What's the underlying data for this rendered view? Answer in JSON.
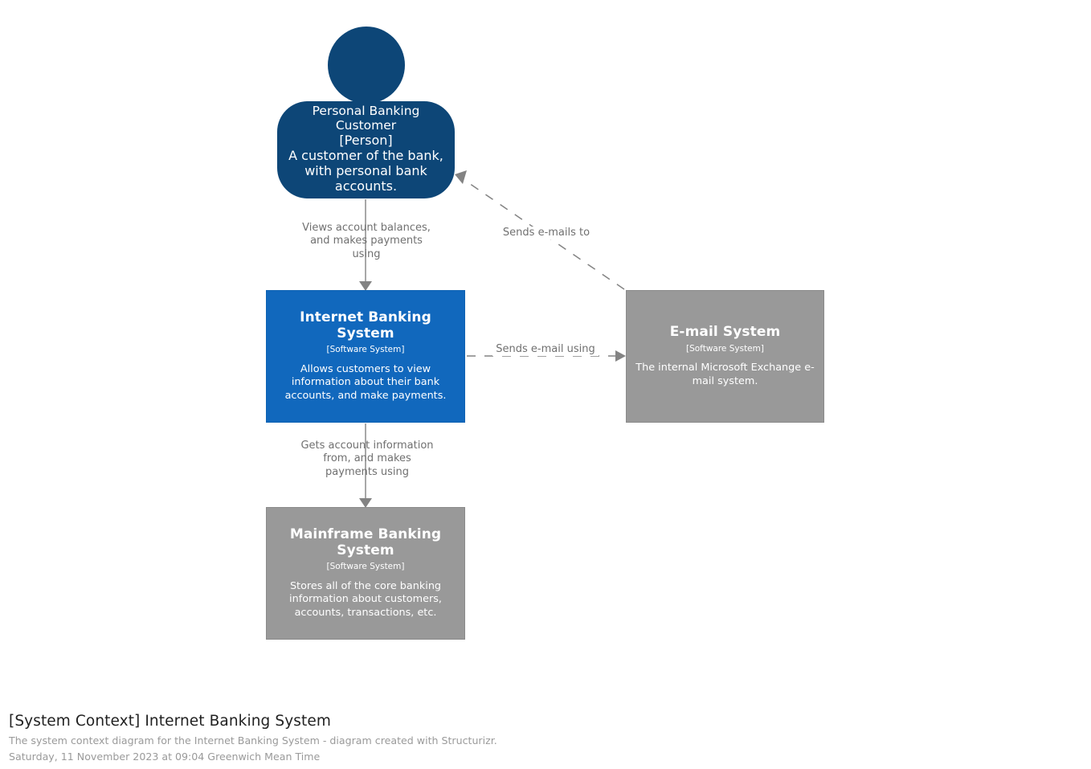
{
  "diagram": {
    "kind": "c4-system-context",
    "background": "#ffffff",
    "colors": {
      "person": "#0d4677",
      "focus_system": "#1168bd",
      "external_system": "#999999",
      "external_system_border": "#8a8a8a",
      "edge": "#838383",
      "edge_label_text": "#707070",
      "node_text": "#ffffff"
    },
    "nodes": [
      {
        "id": "personal-banking-customer",
        "shape": "person",
        "name": "Personal Banking Customer",
        "type": "[Person]",
        "description": "A customer of the bank, with personal bank accounts.",
        "color": "#0d4677"
      },
      {
        "id": "internet-banking-system",
        "shape": "box",
        "name": "Internet Banking System",
        "type": "[Software System]",
        "description": "Allows customers to view information about their bank accounts, and make payments.",
        "color": "#1168bd"
      },
      {
        "id": "email-system",
        "shape": "box",
        "name": "E-mail System",
        "type": "[Software System]",
        "description": "The internal Microsoft Exchange e-mail system.",
        "color": "#999999"
      },
      {
        "id": "mainframe-banking-system",
        "shape": "box",
        "name": "Mainframe Banking System",
        "type": "[Software System]",
        "description": "Stores all of the core banking information about customers, accounts, transactions, etc.",
        "color": "#999999"
      }
    ],
    "edges": [
      {
        "id": "customer-to-internet-banking",
        "from": "personal-banking-customer",
        "to": "internet-banking-system",
        "label": "Views account balances, and makes payments using",
        "style": "solid"
      },
      {
        "id": "internet-banking-to-email",
        "from": "internet-banking-system",
        "to": "email-system",
        "label": "Sends e-mail using",
        "style": "dashed"
      },
      {
        "id": "email-to-customer",
        "from": "email-system",
        "to": "personal-banking-customer",
        "label": "Sends e-mails to",
        "style": "dashed"
      },
      {
        "id": "internet-banking-to-mainframe",
        "from": "internet-banking-system",
        "to": "mainframe-banking-system",
        "label": "Gets account information from, and makes payments using",
        "style": "solid"
      }
    ]
  },
  "footer": {
    "title": "[System Context] Internet Banking System",
    "subtitle": "The system context diagram for the Internet Banking System - diagram created with Structurizr.",
    "timestamp": "Saturday, 11 November 2023 at 09:04 Greenwich Mean Time"
  }
}
